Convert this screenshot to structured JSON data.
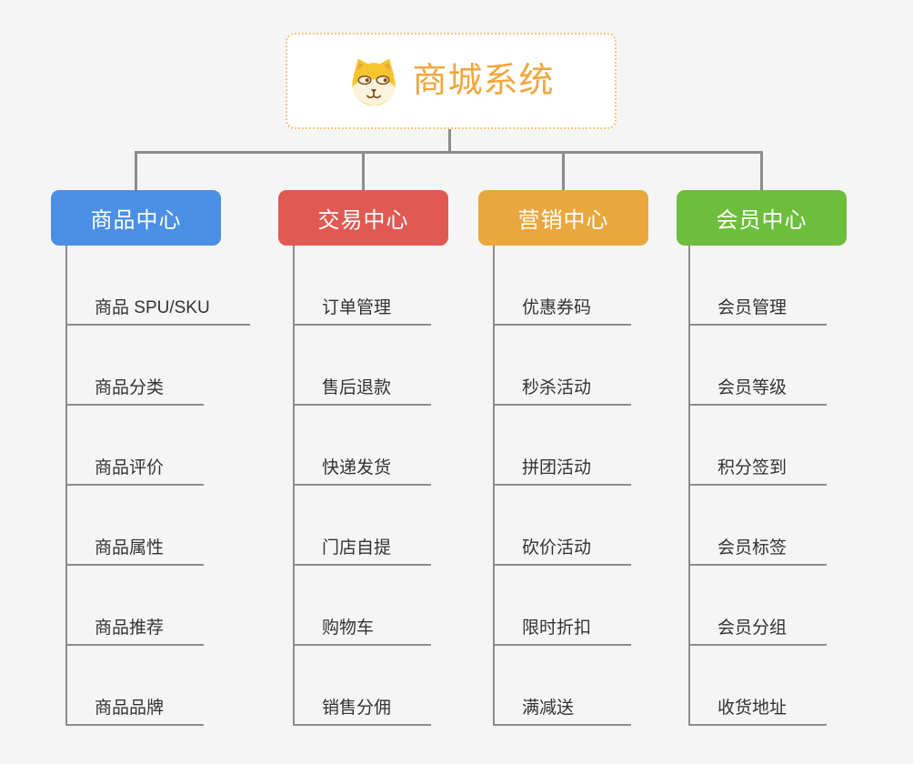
{
  "background_color": "#F5F5F5",
  "connector_color": "#8C8C8C",
  "leaf_text_color": "#333333",
  "root": {
    "title": "商城系统",
    "icon": "dog-face-icon",
    "title_color": "#F0A73E",
    "border_color": "#F3C579"
  },
  "branches": [
    {
      "label": "商品中心",
      "color": "#4A8FE4",
      "children": [
        "商品 SPU/SKU",
        "商品分类",
        "商品评价",
        "商品属性",
        "商品推荐",
        "商品品牌"
      ]
    },
    {
      "label": "交易中心",
      "color": "#E05A53",
      "children": [
        "订单管理",
        "售后退款",
        "快递发货",
        "门店自提",
        "购物车",
        "销售分佣"
      ]
    },
    {
      "label": "营销中心",
      "color": "#E9A73E",
      "children": [
        "优惠券码",
        "秒杀活动",
        "拼团活动",
        "砍价活动",
        "限时折扣",
        "满减送"
      ]
    },
    {
      "label": "会员中心",
      "color": "#6CBE3C",
      "children": [
        "会员管理",
        "会员等级",
        "积分签到",
        "会员标签",
        "会员分组",
        "收货地址"
      ]
    }
  ]
}
